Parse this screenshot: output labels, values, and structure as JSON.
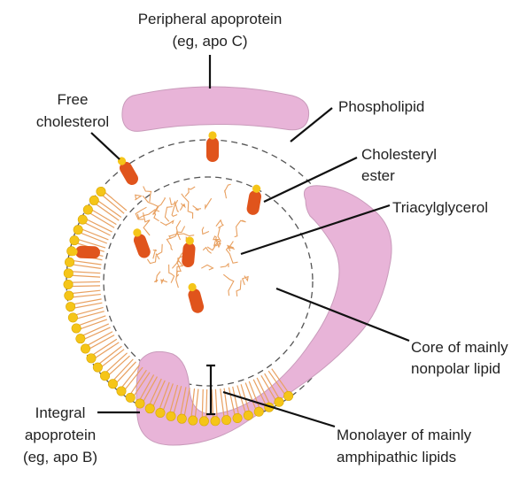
{
  "labels": {
    "peripheral_line1": "Peripheral apoprotein",
    "peripheral_line2": "(eg, apo C)",
    "free_chol_line1": "Free",
    "free_chol_line2": "cholesterol",
    "phospholipid": "Phospholipid",
    "chol_ester_line1": "Cholesteryl",
    "chol_ester_line2": "ester",
    "triacylglycerol": "Triacylglycerol",
    "core_line1": "Core of mainly",
    "core_line2": "nonpolar lipid",
    "integral_line1": "Integral",
    "integral_line2": "apoprotein",
    "integral_line3": "(eg, apo B)",
    "monolayer_line1": "Monolayer of mainly",
    "monolayer_line2": "amphipathic lipids"
  },
  "colors": {
    "apoprotein": "#e8b4d8",
    "apoprotein_stroke": "#c99bbb",
    "phospholipid_head": "#f5c518",
    "phospholipid_tail": "#e8a060",
    "cholesterol": "#e0541c",
    "leader_line": "#111111",
    "dashed_circle": "#555555"
  }
}
